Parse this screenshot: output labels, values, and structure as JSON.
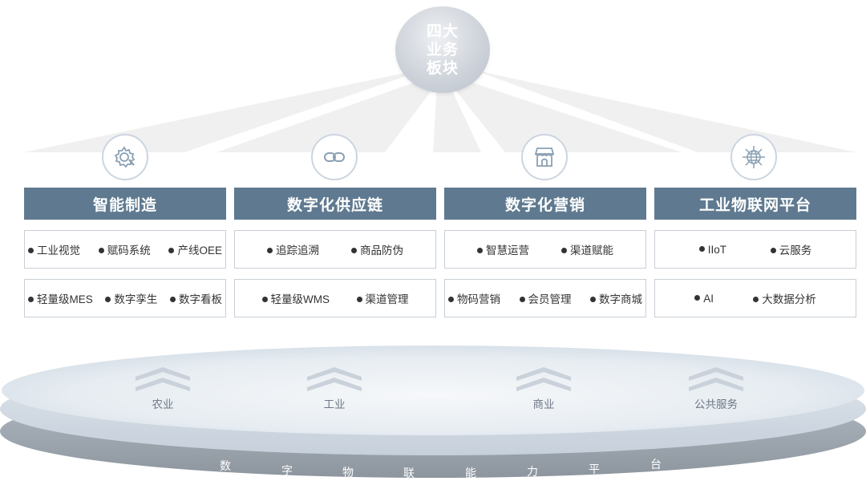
{
  "hub": {
    "lines": [
      "四大",
      "业务",
      "板块"
    ]
  },
  "pillars": [
    {
      "title": "智能制造",
      "icon": "gear-icon",
      "rows": [
        [
          "工业视觉",
          "赋码系统",
          "产线OEE"
        ],
        [
          "轻量级MES",
          "数字孪生",
          "数字看板"
        ]
      ]
    },
    {
      "title": "数字化供应链",
      "icon": "link-icon",
      "rows": [
        [
          "追踪追溯",
          "商品防伪"
        ],
        [
          "轻量级WMS",
          "渠道管理"
        ]
      ]
    },
    {
      "title": "数字化营销",
      "icon": "store-icon",
      "rows": [
        [
          "智慧运营",
          "渠道赋能"
        ],
        [
          "物码营销",
          "会员管理",
          "数字商城"
        ]
      ]
    },
    {
      "title": "工业物联网平台",
      "icon": "globe-network-icon",
      "rows": [
        [
          "IIoT",
          "云服务"
        ],
        [
          "AI",
          "大数据分析"
        ]
      ]
    }
  ],
  "platform": {
    "sectors": [
      "农业",
      "工业",
      "商业",
      "公共服务"
    ],
    "title_chars": [
      "数",
      "字",
      "物",
      "联",
      "能",
      "力",
      "平",
      "台"
    ]
  },
  "colors": {
    "header_bg": "#5f7a90",
    "hub_bg": "#c9cfd7",
    "platform_top": "#e3e9ef",
    "platform_dark": "#8d959e"
  }
}
